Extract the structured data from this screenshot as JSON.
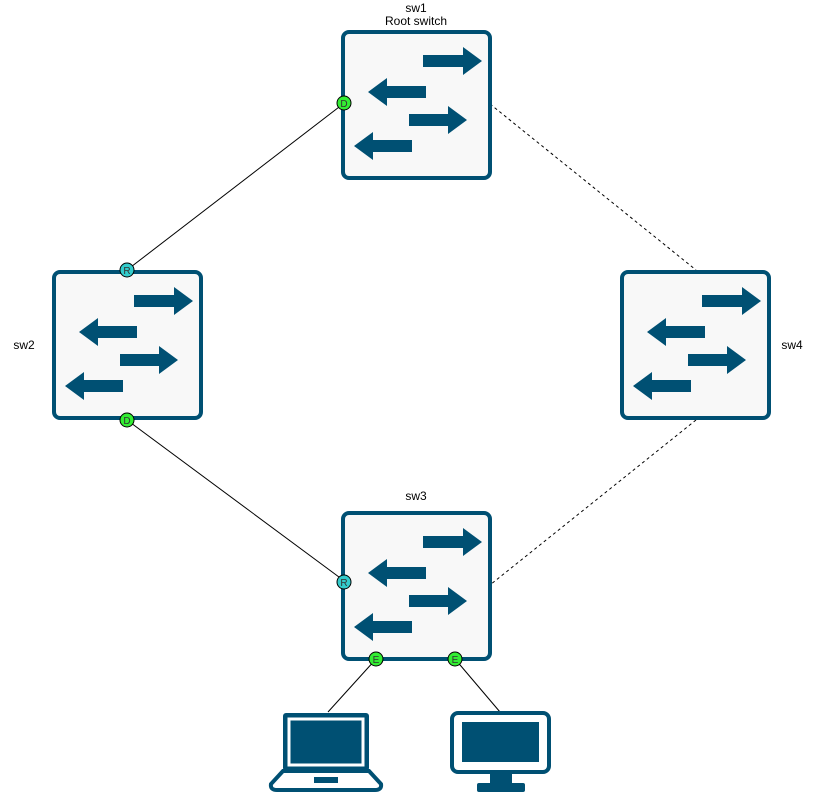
{
  "colors": {
    "device": "#005073",
    "device_fill": "#f8f8f8",
    "port_designated": "#33ee33",
    "port_root": "#33cccc",
    "link": "#000000"
  },
  "switches": {
    "sw1": {
      "name": "sw1",
      "role": "Root switch"
    },
    "sw2": {
      "name": "sw2"
    },
    "sw3": {
      "name": "sw3"
    },
    "sw4": {
      "name": "sw4"
    }
  },
  "ports": {
    "sw1_to_sw2": {
      "label": "D",
      "state": "designated"
    },
    "sw2_to_sw1": {
      "label": "R",
      "state": "root"
    },
    "sw2_to_sw3": {
      "label": "D",
      "state": "designated"
    },
    "sw3_to_sw2": {
      "label": "R",
      "state": "root"
    },
    "sw3_to_laptop": {
      "label": "E",
      "state": "edge"
    },
    "sw3_to_monitor": {
      "label": "E",
      "state": "edge"
    }
  },
  "links": [
    {
      "from": "sw1",
      "to": "sw2",
      "style": "solid"
    },
    {
      "from": "sw2",
      "to": "sw3",
      "style": "solid"
    },
    {
      "from": "sw1",
      "to": "sw4",
      "style": "dashed"
    },
    {
      "from": "sw4",
      "to": "sw3",
      "style": "dashed"
    },
    {
      "from": "sw3",
      "to": "laptop",
      "style": "solid"
    },
    {
      "from": "sw3",
      "to": "monitor",
      "style": "solid"
    }
  ],
  "endpoints": {
    "laptop": {
      "icon": "laptop-icon"
    },
    "monitor": {
      "icon": "monitor-icon"
    }
  }
}
